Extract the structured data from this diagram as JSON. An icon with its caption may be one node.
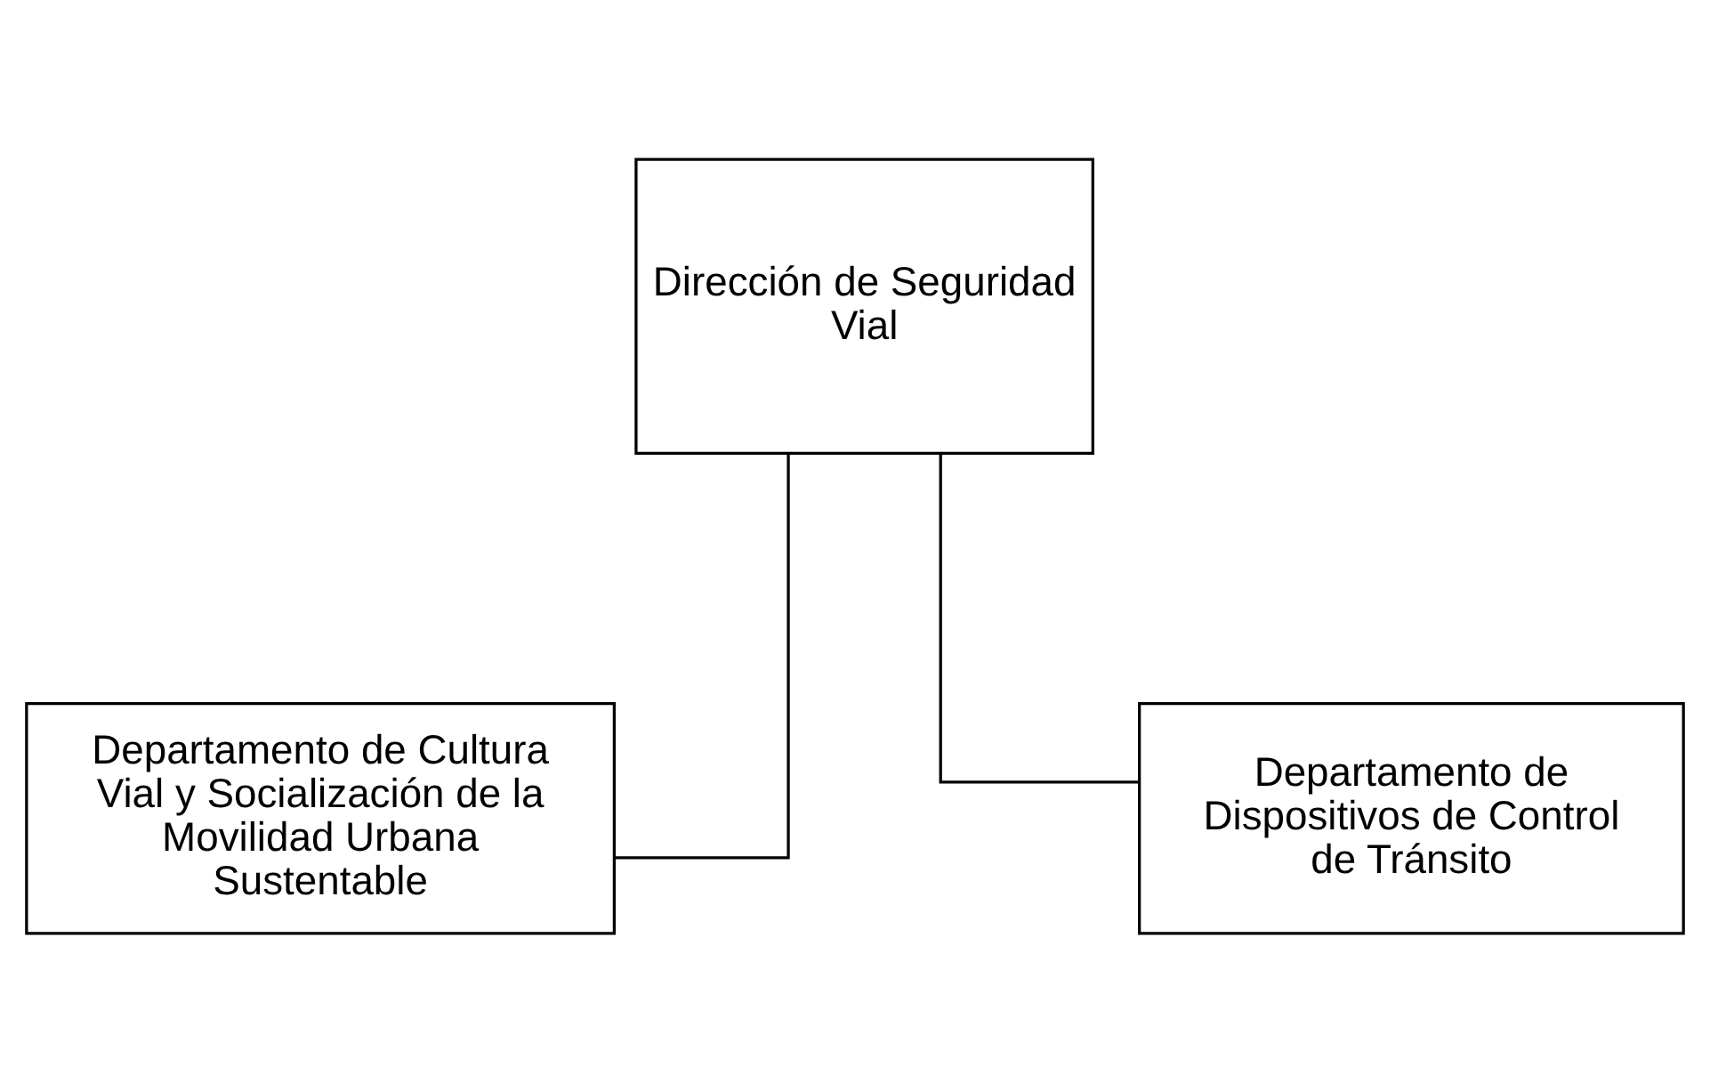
{
  "diagram": {
    "nodes": [
      {
        "text": [
          "Dirección de Seguridad Vial"
        ]
      },
      {
        "text": [
          "Departamento de Cultura Vial y Socialización de la Movilidad Urbana Sustentable"
        ]
      },
      {
        "text": [
          "Departamento de Dispositivos de Control de Tránsito"
        ]
      }
    ],
    "edges": [
      {
        "from": 0,
        "to": 1,
        "arrow": "none"
      },
      {
        "from": 0,
        "to": 2,
        "arrow": "none"
      }
    ]
  }
}
